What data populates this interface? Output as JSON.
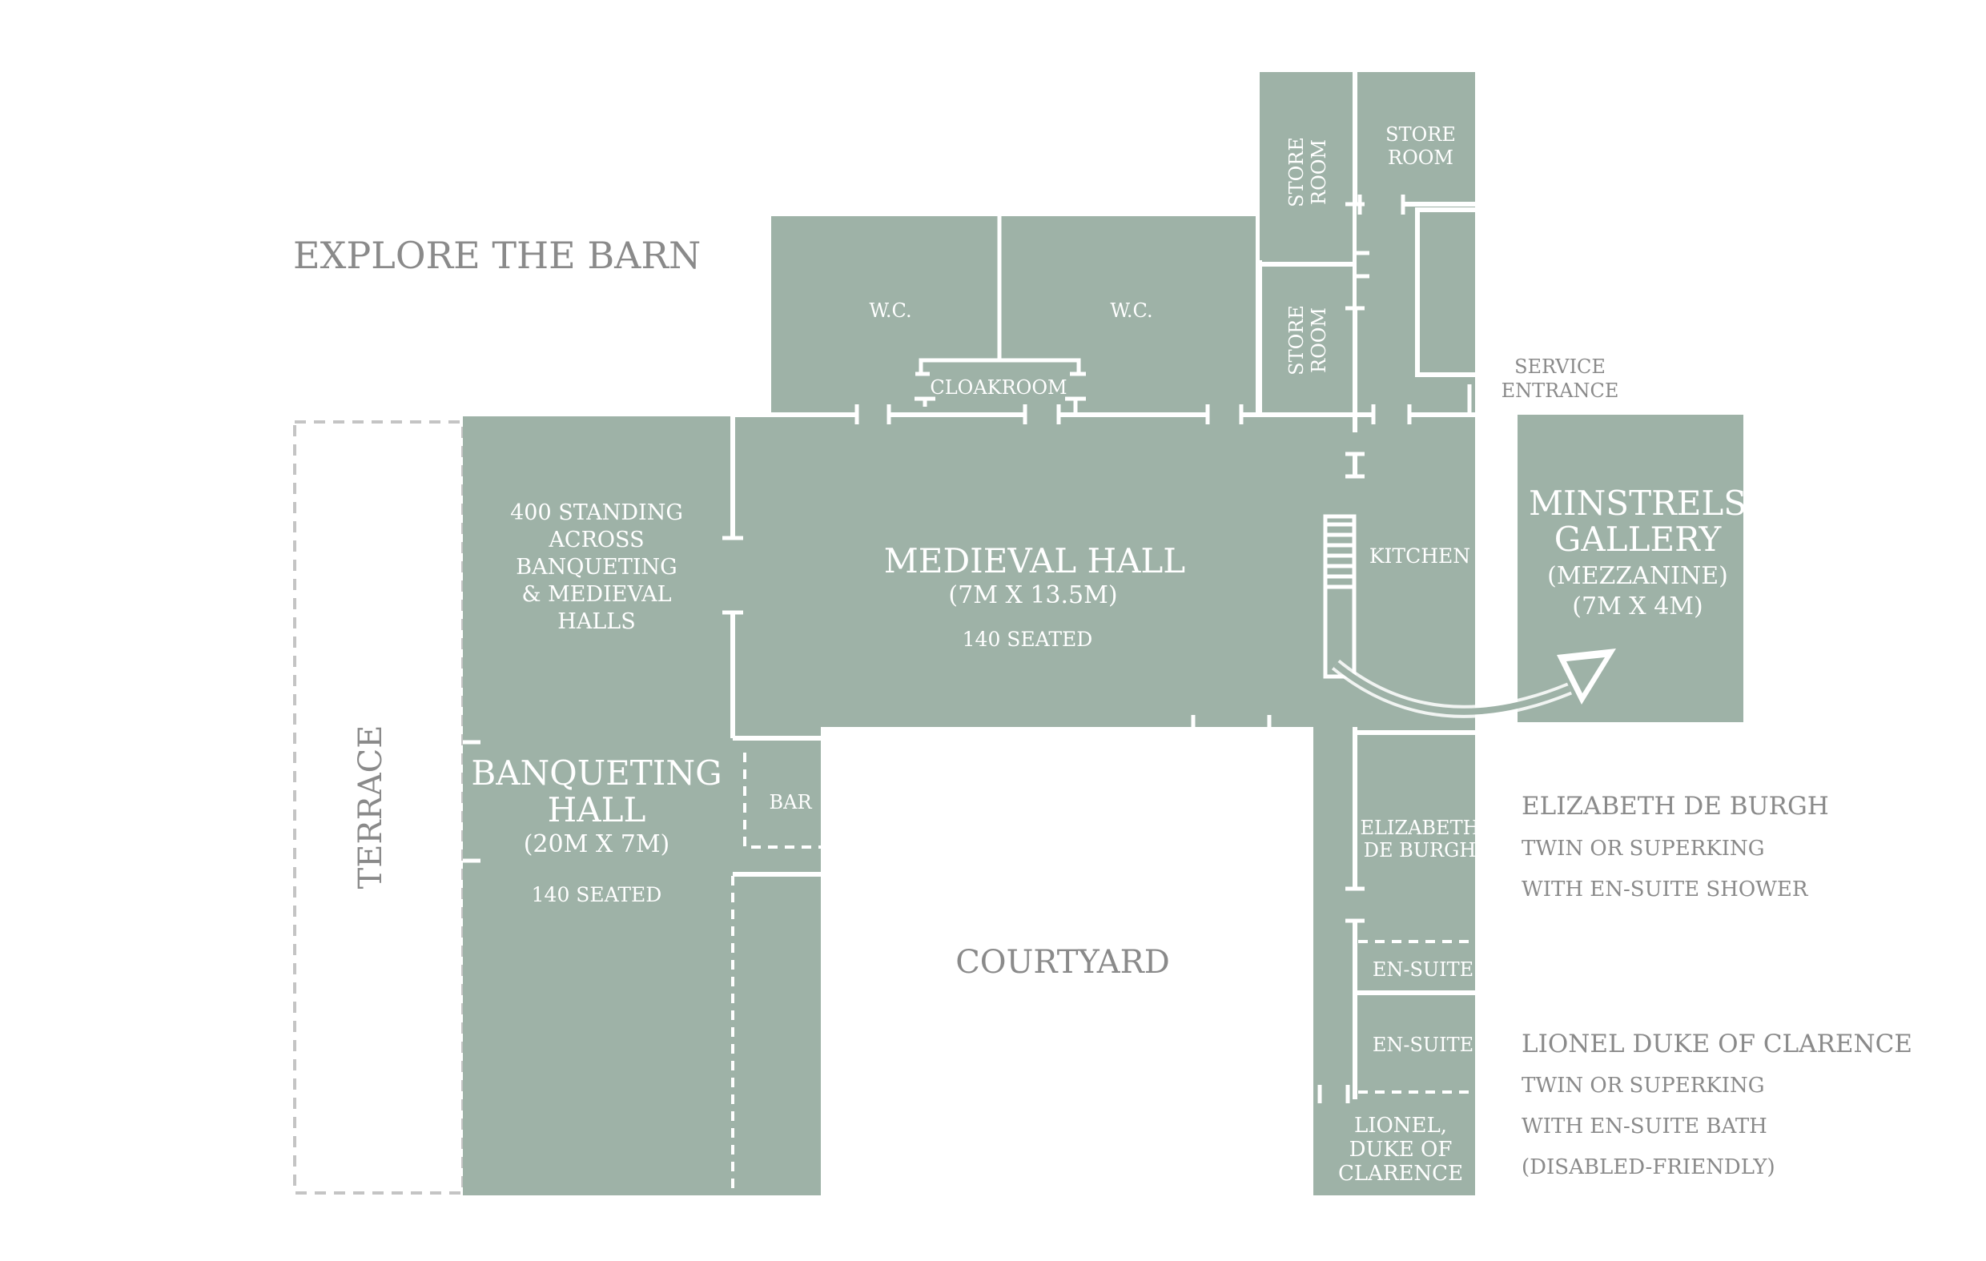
{
  "title": "EXPLORE THE BARN",
  "colors": {
    "room": "#9eb2a7",
    "wall": "#ffffff",
    "outside_text": "#8a8a8a",
    "terrace_outline": "#c4c4c4"
  },
  "icons": {
    "route_arrow": "curved-arrow-icon",
    "stairs": "stairs-icon"
  },
  "areas": {
    "terrace": "TERRACE",
    "courtyard": "COURTYARD",
    "service_entrance": [
      "SERVICE",
      "ENTRANCE"
    ]
  },
  "rooms": {
    "wc_left": "W.C.",
    "wc_right": "W.C.",
    "cloakroom": "CLOAKROOM",
    "store_room_top": [
      "STORE",
      "ROOM"
    ],
    "store_room_right": [
      "STORE",
      "ROOM"
    ],
    "store_room_lower": [
      "STORE",
      "ROOM"
    ],
    "standing_note": [
      "400 STANDING",
      "ACROSS",
      "BANQUETING",
      "& MEDIEVAL",
      "HALLS"
    ],
    "medieval_hall": {
      "name": "MEDIEVAL HALL",
      "size": "(7M X 13.5M)",
      "capacity": "140 SEATED"
    },
    "banqueting_hall": {
      "name": [
        "BANQUETING",
        "HALL"
      ],
      "size": "(20M X 7M)",
      "capacity": "140 SEATED"
    },
    "bar": "BAR",
    "kitchen": "KITCHEN",
    "minstrels_gallery": {
      "name": [
        "MINSTRELS",
        "GALLERY"
      ],
      "type": "(MEZZANINE)",
      "size": "(7M X 4M)"
    },
    "elizabeth_room": [
      "ELIZABETH",
      "DE BURGH"
    ],
    "ensuite_1": "EN-SUITE",
    "ensuite_2": "EN-SUITE",
    "lionel_room": [
      "LIONEL,",
      "DUKE OF",
      "CLARENCE"
    ]
  },
  "bedroom_notes": {
    "elizabeth": [
      "ELIZABETH DE BURGH",
      "TWIN OR SUPERKING",
      "WITH EN-SUITE SHOWER"
    ],
    "lionel": [
      "LIONEL DUKE OF CLARENCE",
      "TWIN OR SUPERKING",
      "WITH EN-SUITE BATH",
      "(DISABLED-FRIENDLY)"
    ]
  }
}
